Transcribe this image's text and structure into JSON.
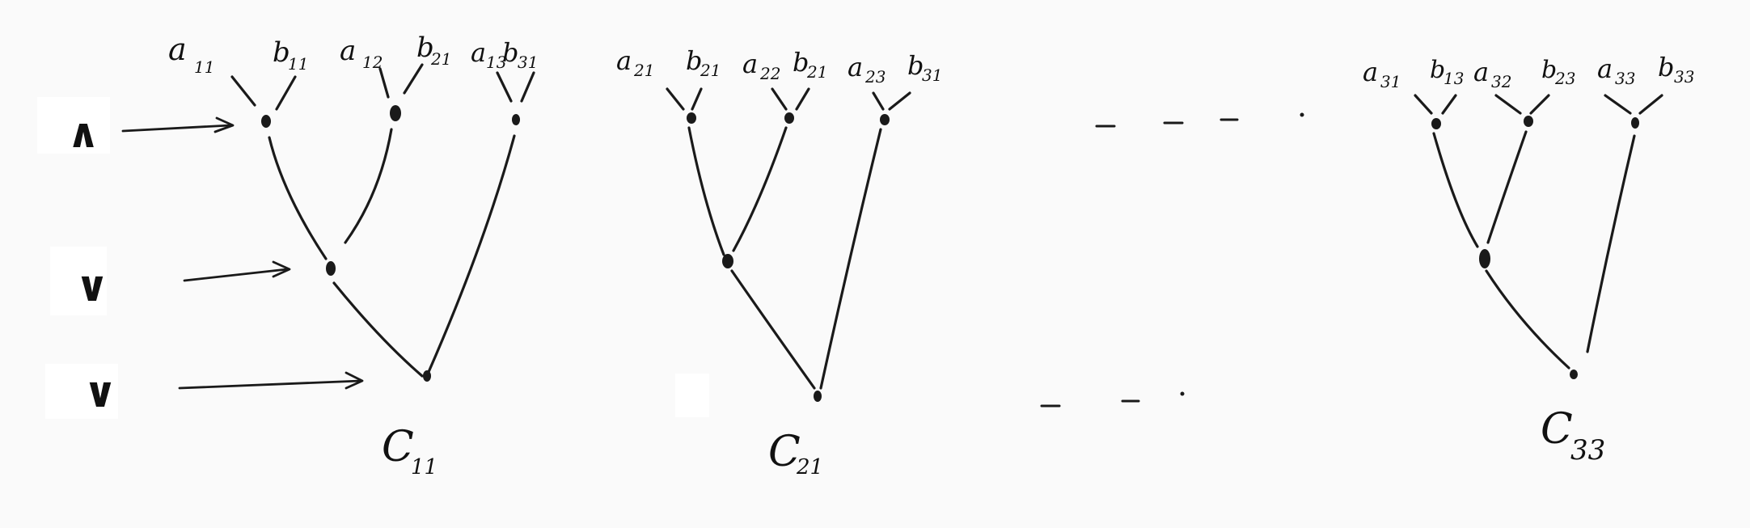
{
  "operators": [
    {
      "symbol": "∧",
      "name": "and"
    },
    {
      "symbol": "∨",
      "name": "or"
    },
    {
      "symbol": "∨",
      "name": "or"
    }
  ],
  "trees": [
    {
      "id": "c11",
      "output": "C",
      "output_sub": "11",
      "leaves": [
        {
          "a": "a",
          "a_sub": "11",
          "b": "b",
          "b_sub": "11"
        },
        {
          "a": "a",
          "a_sub": "12",
          "b": "b",
          "b_sub": "21"
        },
        {
          "a": "a",
          "a_sub": "13",
          "b": "b",
          "b_sub": "31"
        }
      ]
    },
    {
      "id": "c21",
      "output": "C",
      "output_sub": "21",
      "leaves": [
        {
          "a": "a",
          "a_sub": "21",
          "b": "b",
          "b_sub": "21"
        },
        {
          "a": "a",
          "a_sub": "22",
          "b": "b",
          "b_sub": "21"
        },
        {
          "a": "a",
          "a_sub": "23",
          "b": "b",
          "b_sub": "31"
        }
      ]
    },
    {
      "id": "c33",
      "output": "C",
      "output_sub": "33",
      "leaves": [
        {
          "a": "a",
          "a_sub": "31",
          "b": "b",
          "b_sub": "13"
        },
        {
          "a": "a",
          "a_sub": "32",
          "b": "b",
          "b_sub": "23"
        },
        {
          "a": "a",
          "a_sub": "33",
          "b": "b",
          "b_sub": "33"
        }
      ]
    }
  ]
}
